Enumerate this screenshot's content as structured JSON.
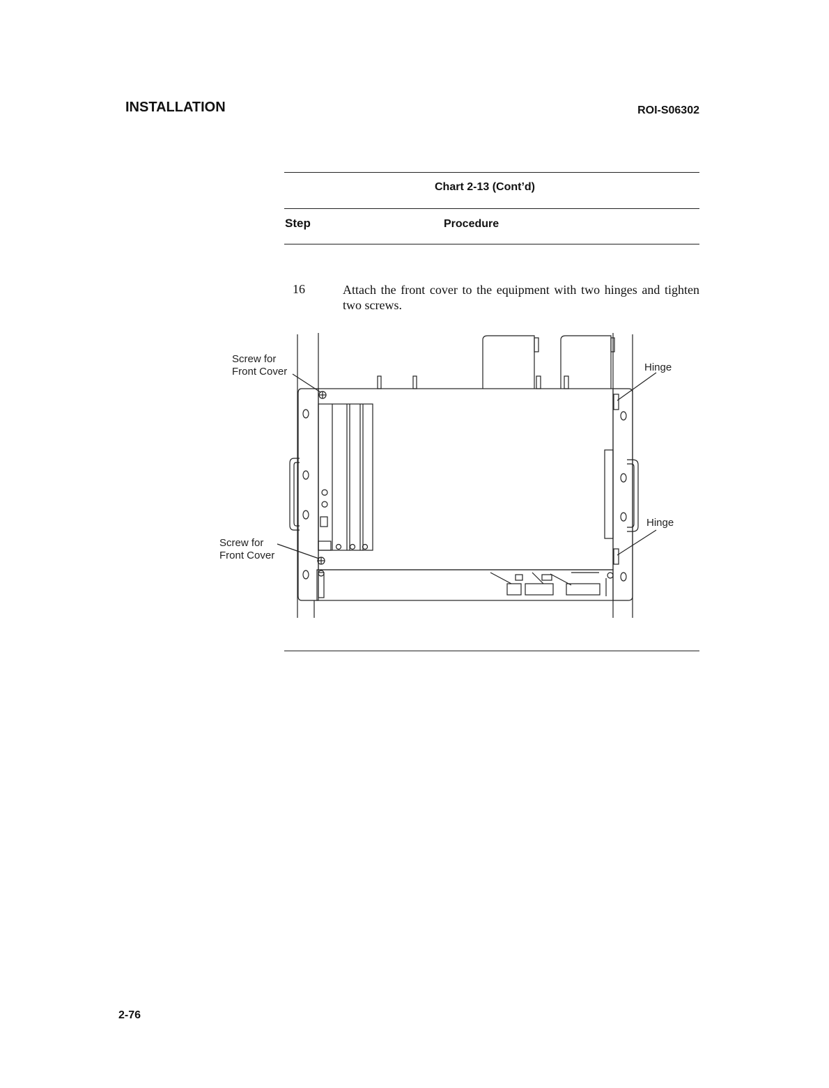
{
  "header": {
    "section": "INSTALLATION",
    "doc_id": "ROI-S06302"
  },
  "chart": {
    "title": "Chart 2-13  (Cont’d)",
    "col_step": "Step",
    "col_procedure": "Procedure"
  },
  "step": {
    "number": "16",
    "text": "Attach the front cover to the equipment with two hinges and tighten two screws."
  },
  "figure": {
    "callouts": {
      "screw_top": "Screw for\nFront Cover",
      "screw_bottom": "Screw for\nFront Cover",
      "hinge_top": "Hinge",
      "hinge_bottom": "Hinge"
    }
  },
  "footer": {
    "page": "2-76"
  }
}
